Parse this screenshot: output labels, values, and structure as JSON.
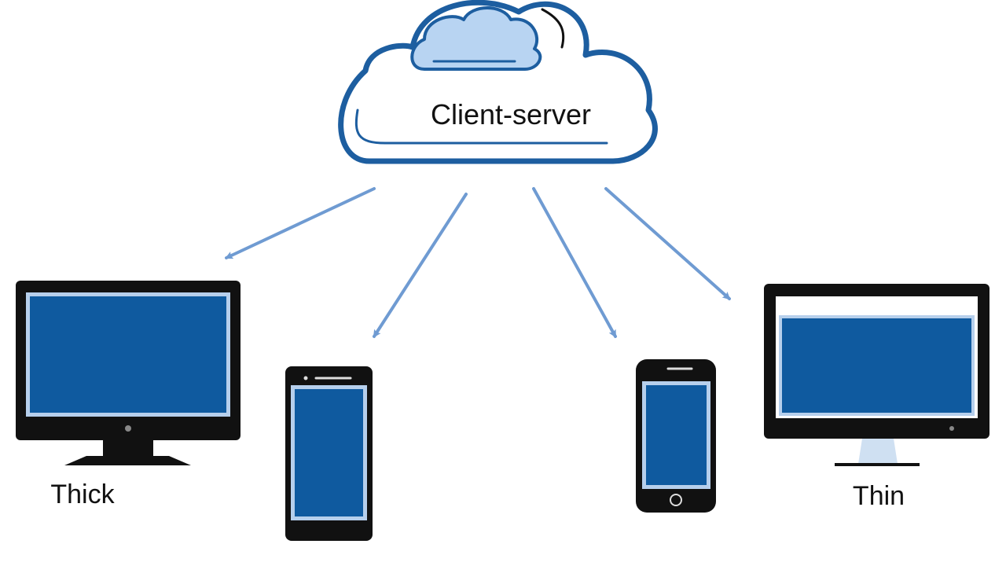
{
  "diagram": {
    "server": {
      "label": "Client-server"
    },
    "clients": [
      {
        "id": "thick-monitor",
        "label": "Thick"
      },
      {
        "id": "thick-phone",
        "label": ""
      },
      {
        "id": "thin-phone",
        "label": ""
      },
      {
        "id": "thin-monitor",
        "label": "Thin"
      }
    ]
  },
  "colors": {
    "navy": "#1d5ea0",
    "screen_blue": "#0f5a9f",
    "screen_border": "#b6cfec",
    "arrow": "#6f9bd2",
    "cloud_fill_light": "#b8d4f2",
    "device_frame": "#111111",
    "text": "#111111"
  },
  "icons": [
    "cloud-icon",
    "monitor-icon",
    "phone-icon",
    "arrow-icon"
  ]
}
